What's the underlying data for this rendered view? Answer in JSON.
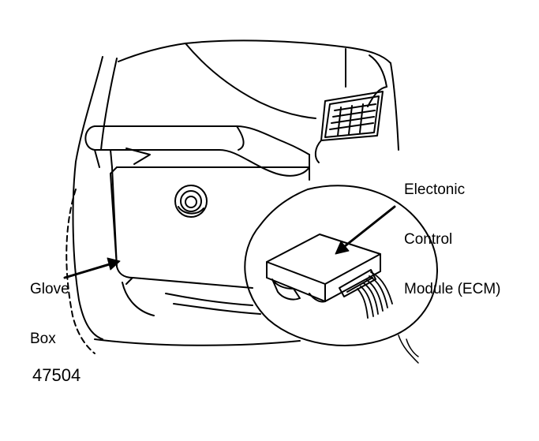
{
  "labels": {
    "ecm_line1": "Electonic",
    "ecm_line2": "Control",
    "ecm_line3": "Module (ECM)",
    "glove_line1": "Glove",
    "glove_line2": "Box"
  },
  "figure_number": "47504",
  "colors": {
    "ink": "#000000",
    "paper": "#ffffff"
  }
}
